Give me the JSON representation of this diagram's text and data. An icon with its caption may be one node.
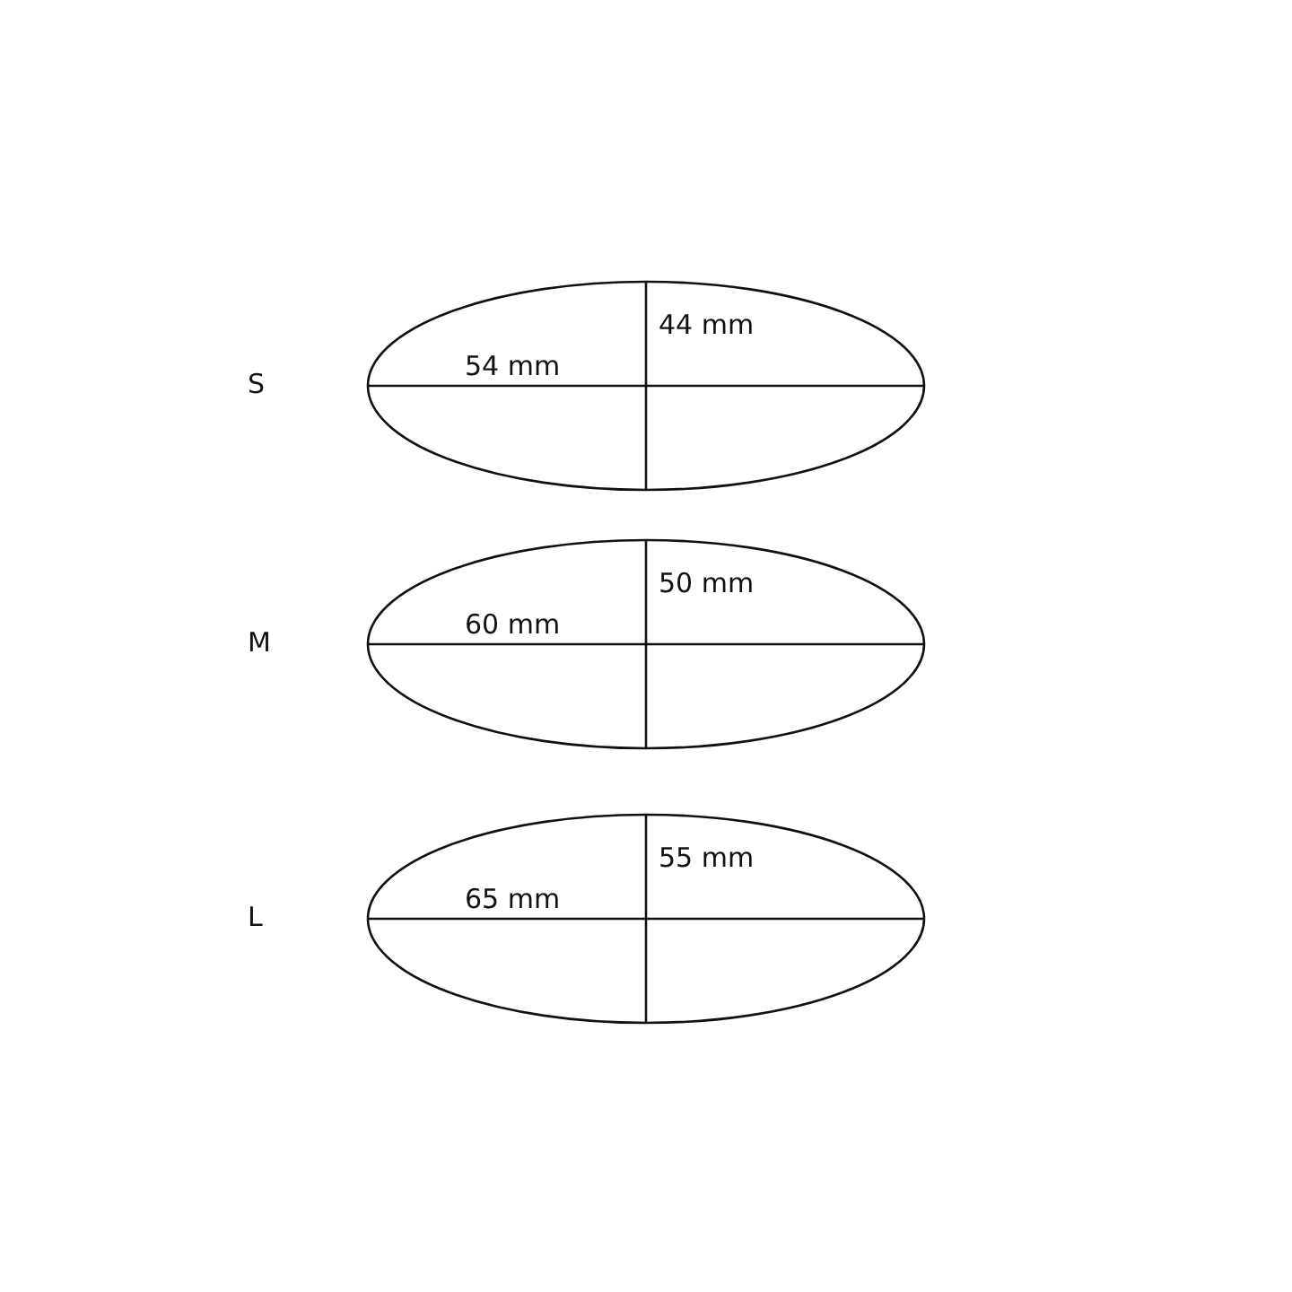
{
  "diagram": {
    "nodes": [
      {
        "text": [
          "54 mm",
          "44 mm"
        ],
        "beside": [
          "S"
        ]
      },
      {
        "text": [
          "60 mm",
          "50 mm"
        ],
        "beside": [
          "M"
        ]
      },
      {
        "text": [
          "65 mm",
          "55 mm"
        ],
        "beside": [
          "L"
        ]
      }
    ]
  }
}
